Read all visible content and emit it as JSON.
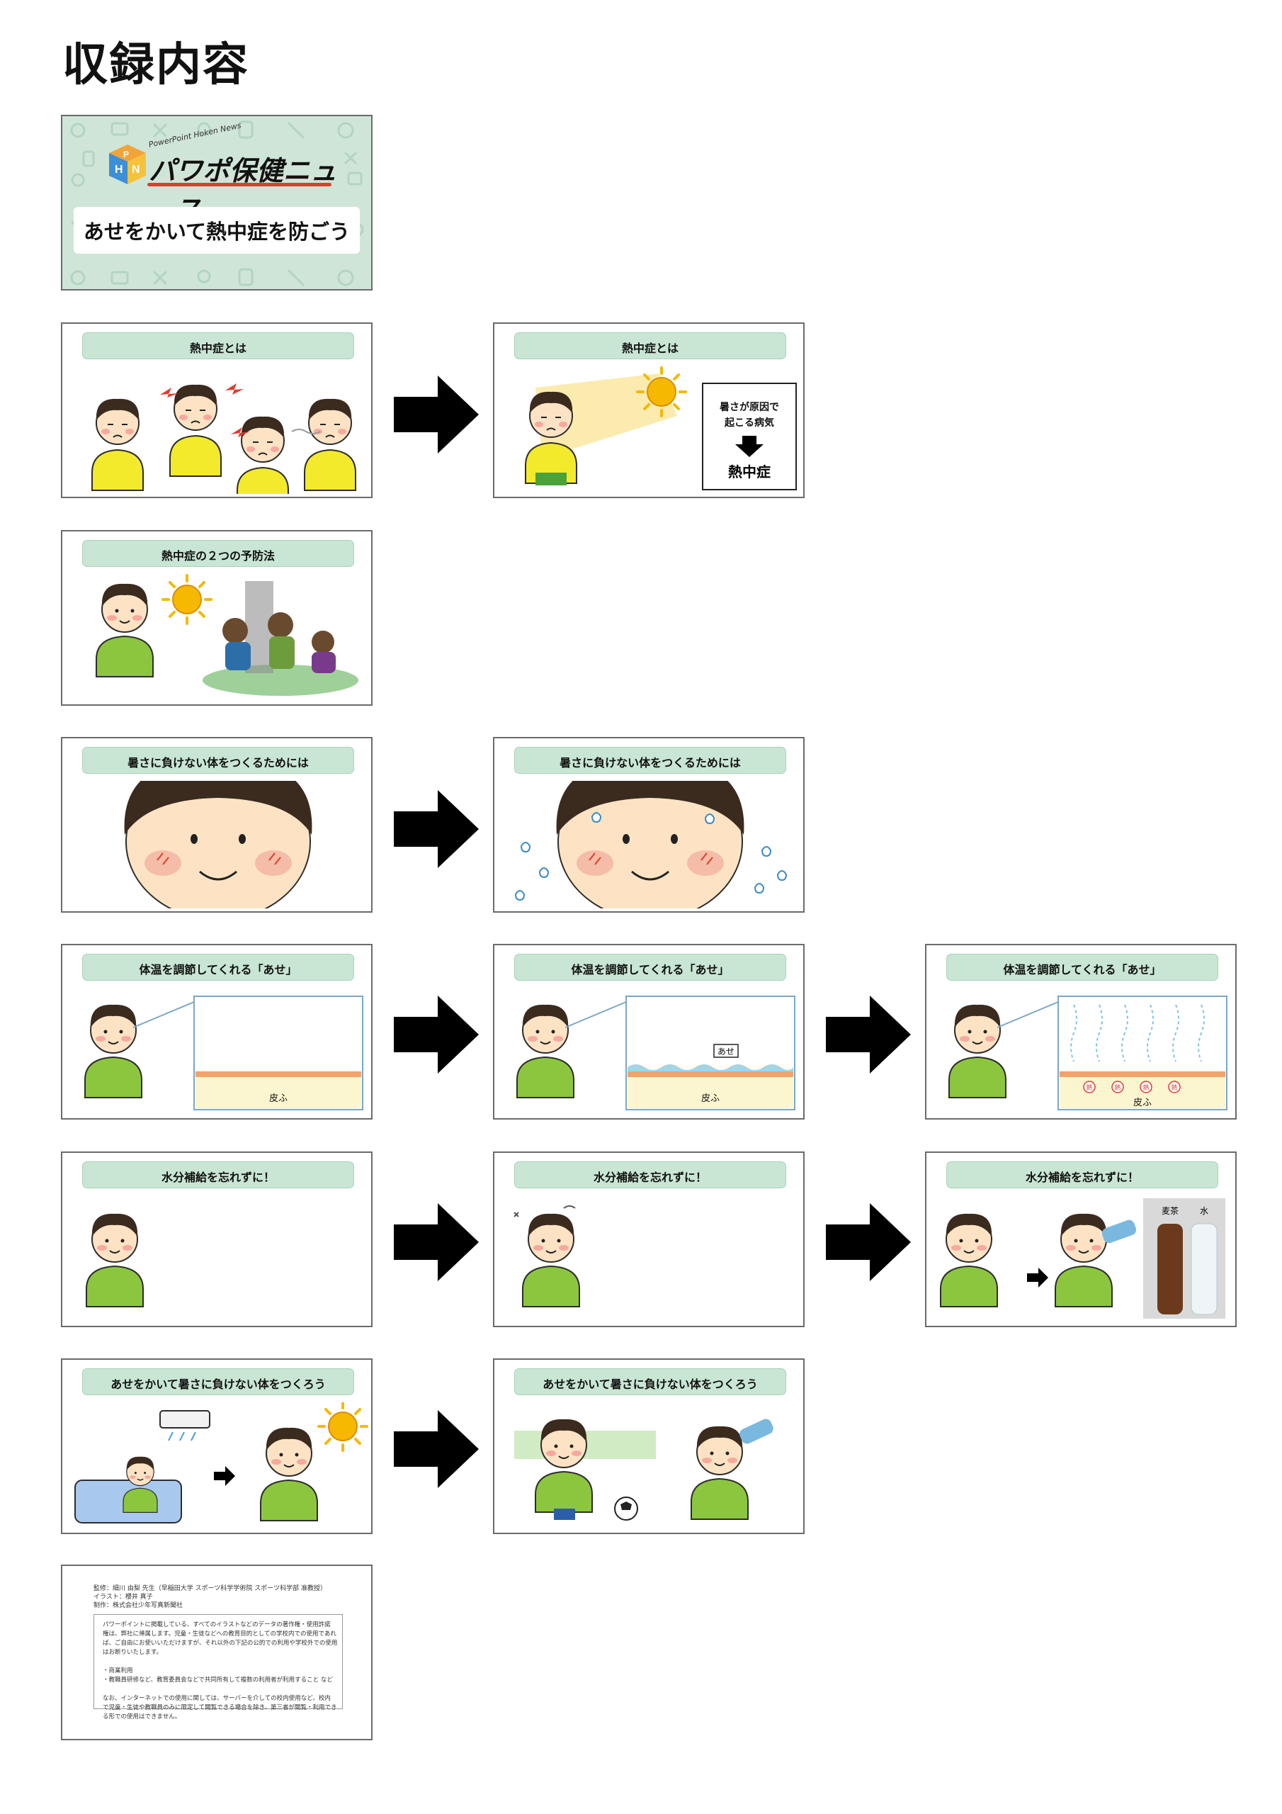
{
  "page_title": "収録内容",
  "cover": {
    "tagline": "PowerPoint Hoken News",
    "brand": "パワポ保健ニュース",
    "title": "あせをかいて熱中症を防ごう"
  },
  "slides": [
    {
      "id": "s1",
      "title": "熱中症とは"
    },
    {
      "id": "s2",
      "title": "熱中症とは",
      "info_line1": "暑さが原因で",
      "info_line2": "起こる病気",
      "info_result": "熱中症"
    },
    {
      "id": "s3",
      "title": "熱中症の２つの予防法"
    },
    {
      "id": "s4",
      "title": "暑さに負けない体をつくるためには"
    },
    {
      "id": "s5",
      "title": "暑さに負けない体をつくるためには"
    },
    {
      "id": "s6",
      "title": "体温を調節してくれる「あせ」",
      "skin_label": "皮ふ"
    },
    {
      "id": "s7",
      "title": "体温を調節してくれる「あせ」",
      "skin_label": "皮ふ",
      "sweat_label": "あせ"
    },
    {
      "id": "s8",
      "title": "体温を調節してくれる「あせ」",
      "skin_label": "皮ふ",
      "heat_label": "熱"
    },
    {
      "id": "s9",
      "title": "水分補給を忘れずに！"
    },
    {
      "id": "s10",
      "title": "水分補給を忘れずに！"
    },
    {
      "id": "s11",
      "title": "水分補給を忘れずに！",
      "bottle1": "麦茶",
      "bottle2": "水"
    },
    {
      "id": "s12",
      "title": "あせをかいて暑さに負けない体をつくろう"
    },
    {
      "id": "s13",
      "title": "あせをかいて暑さに負けない体をつくろう"
    }
  ],
  "credits": {
    "line1": "監修：細川 由梨 先生（早稲田大学 スポーツ科学学術院 スポーツ科学部 准教授）",
    "line2": "イラスト：櫻井 真子",
    "line3": "制作：株式会社少年写真新聞社",
    "notice": [
      "パワーポイントに掲載している、すべてのイラストなどのデータの著作権・使用許諾",
      "権は、弊社に帰属します。児童・生徒などへの教育目的としての学校内での使用であれ",
      "ば、ご自由にお使いいただけますが、それ以外の下記の公的での利用や学校外での使用",
      "はお断りいたします。",
      "",
      "・商業利用",
      "・教職員研修など、教育委員会などで共同所有して複数の利用者が利用すること など",
      "",
      "なお、インターネットでの使用に関しては、サーバーを介しての校内使用など、校内",
      "で児童・生徒や教職員のみに限定して閲覧できる場合を除き、第三者が閲覧・利用でき",
      "る形での使用はできません。"
    ]
  },
  "colors": {
    "banner": "#c9e6d4",
    "cover_bg": "#cfe5d8",
    "shirt_yellow": "#f3ea2c",
    "shirt_green": "#8cc63f",
    "skin": "#fde3c4",
    "hair": "#3b2a1e",
    "sun": "#f6b800",
    "accent_red": "#e23b2e"
  }
}
